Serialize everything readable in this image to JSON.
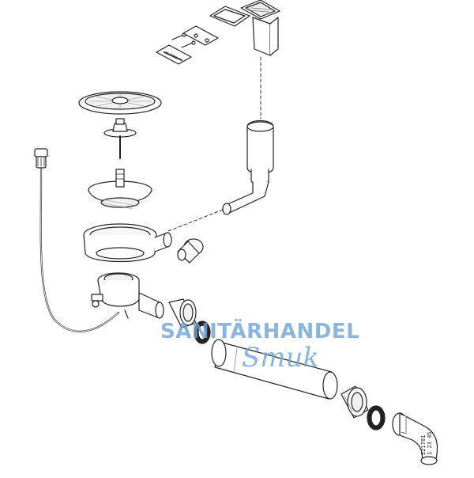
{
  "watermark": {
    "line1": "SANITÄRHANDEL",
    "line2": "Smuk"
  },
  "labels": {
    "plate_text": "BLANCO",
    "elbow_code_1": "221781",
    "elbow_code_2": "1 23 45"
  }
}
